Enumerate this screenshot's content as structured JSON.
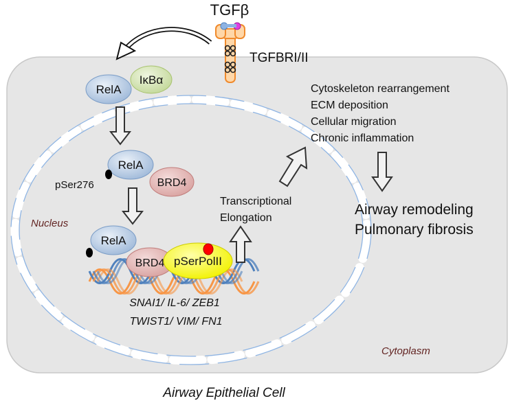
{
  "receptor": {
    "ligand": "TGFβ",
    "receptor": "TGFBRI/II"
  },
  "proteins": {
    "rela_top": "RelA",
    "ikba": "IκBα",
    "rela_mid": "RelA",
    "pser276": "pSer276",
    "brd4_mid": "BRD4",
    "rela_bottom": "RelA",
    "brd4_bottom": "BRD4",
    "pserpolii": "pSerPolII"
  },
  "compartments": {
    "nucleus": "Nucleus",
    "cytoplasm": "Cytoplasm",
    "cell": "Airway Epithelial Cell"
  },
  "transcription": {
    "line1": "Transcriptional",
    "line2": "Elongation"
  },
  "genes": {
    "line1": "SNAI1/ IL-6/ ZEB1",
    "line2": "TWIST1/ VIM/ FN1"
  },
  "effects": [
    "Cytoskeleton rearrangement",
    "ECM deposition",
    "Cellular migration",
    "Chronic inflammation"
  ],
  "outcomes": [
    "Airway remodeling",
    "Pulmonary fibrosis"
  ],
  "colors": {
    "cell_fill": "#e8e8e8",
    "nucleus_border": "#8eb4e3",
    "rela": "#b8cce4",
    "ikba": "#d7e4bd",
    "brd4": "#e6b9b8",
    "polii": "#ffff00",
    "phospho_red": "#ff0000",
    "dna_orange": "#f79646",
    "dna_blue": "#4f81bd",
    "nucleus_text": "#632523"
  }
}
